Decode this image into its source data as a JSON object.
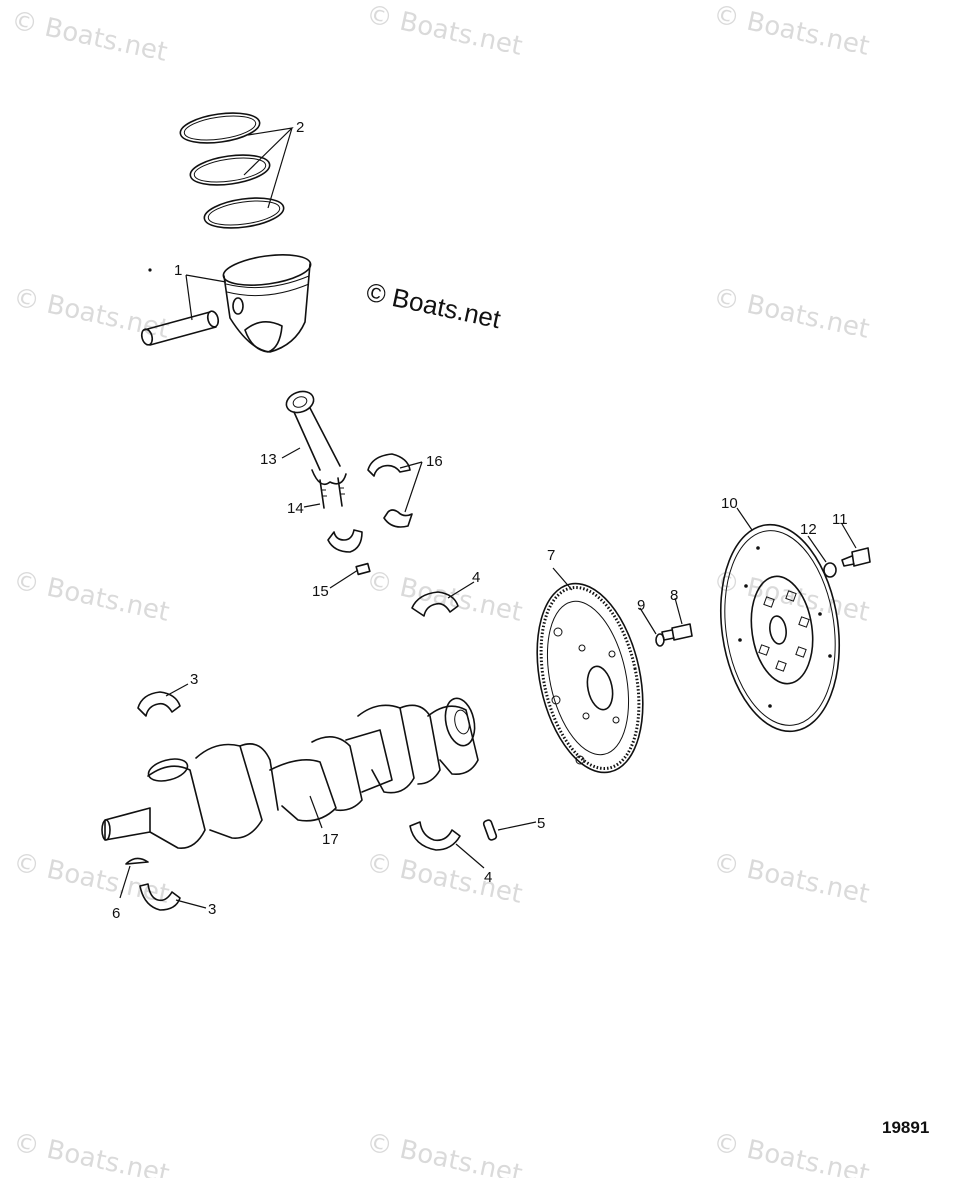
{
  "watermark_text": "© Boats.net",
  "center_watermark_text": "© Boats.net",
  "figure_number": "19891",
  "callouts": {
    "c1": "1",
    "c2": "2",
    "c3a": "3",
    "c3b": "3",
    "c4a": "4",
    "c4b": "4",
    "c5": "5",
    "c6": "6",
    "c7": "7",
    "c8": "8",
    "c9": "9",
    "c10": "10",
    "c11": "11",
    "c12": "12",
    "c13": "13",
    "c14": "14",
    "c15": "15",
    "c16": "16",
    "c17": "17"
  }
}
